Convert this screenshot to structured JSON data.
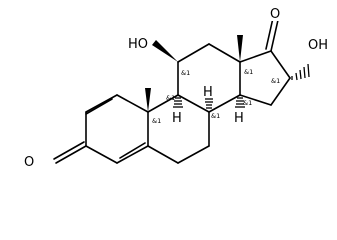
{
  "atoms": {
    "o_ketone_ring_a": "O",
    "o_ketone_c17": "O",
    "oh_c11": "HO",
    "oh_c16": "OH",
    "h_c8": "H",
    "h_c9": "H",
    "h_c14": "H"
  },
  "stereo": {
    "c10": "&1",
    "c9": "&1",
    "c8": "&1",
    "c11": "&1",
    "c13": "&1",
    "c14": "&1",
    "c16": "&1"
  }
}
